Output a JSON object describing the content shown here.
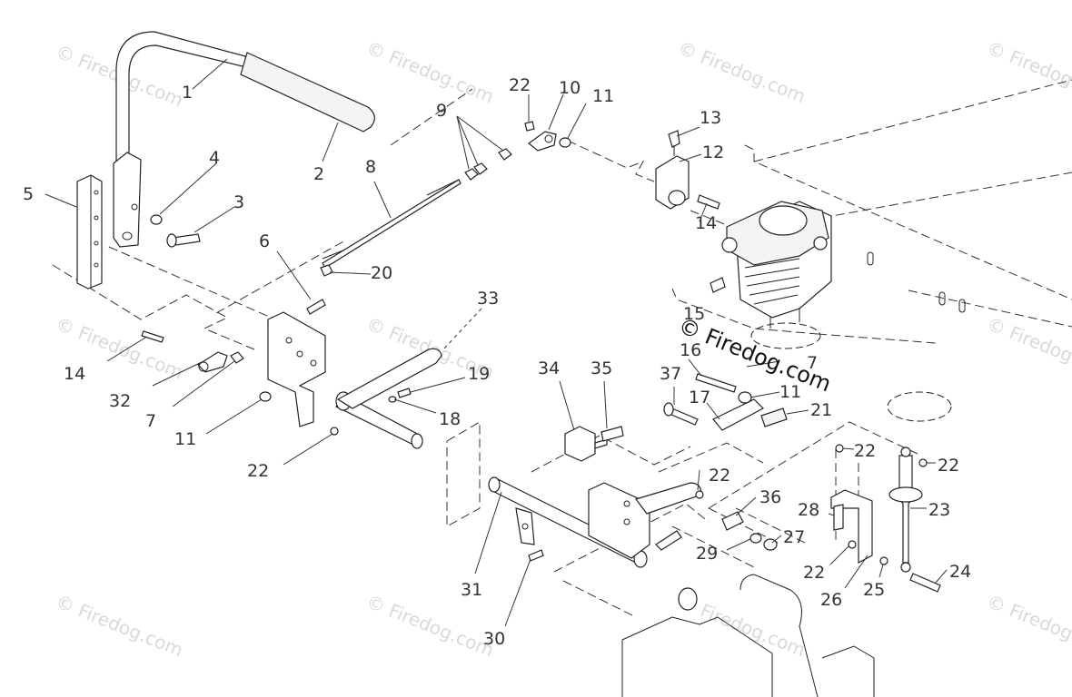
{
  "watermark": "© Firedog.com",
  "center_watermark": "© Firedog.com",
  "callouts": [
    {
      "id": "c1",
      "label": "1"
    },
    {
      "id": "c2",
      "label": "2"
    },
    {
      "id": "c3",
      "label": "3"
    },
    {
      "id": "c4",
      "label": "4"
    },
    {
      "id": "c5",
      "label": "5"
    },
    {
      "id": "c6",
      "label": "6"
    },
    {
      "id": "c7a",
      "label": "7"
    },
    {
      "id": "c7b",
      "label": "7"
    },
    {
      "id": "c8",
      "label": "8"
    },
    {
      "id": "c9",
      "label": "9"
    },
    {
      "id": "c10",
      "label": "10"
    },
    {
      "id": "c11a",
      "label": "11"
    },
    {
      "id": "c11b",
      "label": "11"
    },
    {
      "id": "c11c",
      "label": "11"
    },
    {
      "id": "c12",
      "label": "12"
    },
    {
      "id": "c13",
      "label": "13"
    },
    {
      "id": "c14a",
      "label": "14"
    },
    {
      "id": "c14b",
      "label": "14"
    },
    {
      "id": "c15",
      "label": "15"
    },
    {
      "id": "c16",
      "label": "16"
    },
    {
      "id": "c17",
      "label": "17"
    },
    {
      "id": "c18",
      "label": "18"
    },
    {
      "id": "c19",
      "label": "19"
    },
    {
      "id": "c20",
      "label": "20"
    },
    {
      "id": "c21",
      "label": "21"
    },
    {
      "id": "c22a",
      "label": "22"
    },
    {
      "id": "c22b",
      "label": "22"
    },
    {
      "id": "c22c",
      "label": "22"
    },
    {
      "id": "c22d",
      "label": "22"
    },
    {
      "id": "c22e",
      "label": "22"
    },
    {
      "id": "c22f",
      "label": "22"
    },
    {
      "id": "c22g",
      "label": "22"
    },
    {
      "id": "c23",
      "label": "23"
    },
    {
      "id": "c24",
      "label": "24"
    },
    {
      "id": "c25",
      "label": "25"
    },
    {
      "id": "c26",
      "label": "26"
    },
    {
      "id": "c27",
      "label": "27"
    },
    {
      "id": "c28",
      "label": "28"
    },
    {
      "id": "c29",
      "label": "29"
    },
    {
      "id": "c30",
      "label": "30"
    },
    {
      "id": "c31",
      "label": "31"
    },
    {
      "id": "c32",
      "label": "32"
    },
    {
      "id": "c33",
      "label": "33"
    },
    {
      "id": "c34",
      "label": "34"
    },
    {
      "id": "c35",
      "label": "35"
    },
    {
      "id": "c36",
      "label": "36"
    },
    {
      "id": "c37",
      "label": "37"
    }
  ]
}
